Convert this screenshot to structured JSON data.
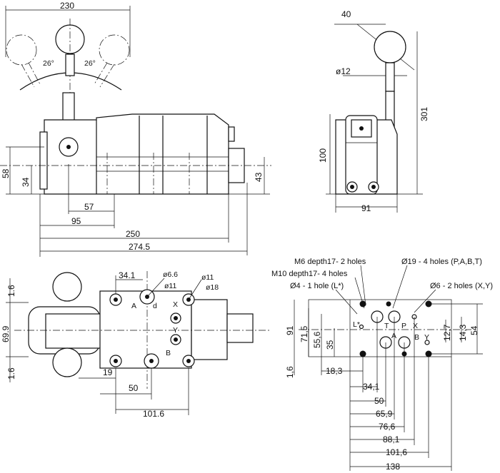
{
  "views": {
    "front": {
      "dims": {
        "top_width": "230",
        "angle_left": "26°",
        "angle_right": "26°",
        "height_58": "58",
        "height_34": "34",
        "height_43": "43",
        "len_57": "57",
        "len_95": "95",
        "len_250": "250",
        "len_274": "274.5"
      }
    },
    "side": {
      "dims": {
        "knob_40": "40",
        "rod_dia": "ø12",
        "height_301": "301",
        "height_100": "100",
        "width_91": "91"
      }
    },
    "plan": {
      "dims": {
        "t_16_top": "1.6",
        "t_699": "69.9",
        "t_16_bot": "1.6",
        "w_341": "34.1",
        "d_66": "ø6.6",
        "d_11a": "ø11",
        "d_11b": "ø11",
        "d_18": "ø18",
        "w_19": "19",
        "w_50": "50",
        "w_1016": "101.6"
      },
      "ports": {
        "a": "A",
        "b": "B",
        "d": "d",
        "x": "X",
        "y": "Y"
      }
    },
    "mounting": {
      "notes": {
        "m6": "M6 depth17- 2 holes",
        "m10": "M10 depth17- 4 holes",
        "d4": "Ø4 - 1 hole (L*)",
        "d19": "Ø19 - 4 holes (P,A,B,T)",
        "d6": "Ø6 - 2 holes (X,Y)"
      },
      "ports": {
        "l": "L*",
        "t": "T",
        "p": "P",
        "x": "X",
        "a": "A",
        "b": "B",
        "y": "Y"
      },
      "vdims": {
        "v91": "91",
        "v715": "71,5",
        "v556": "55,6",
        "v35": "35",
        "v16": "1,6",
        "v127": "12,7",
        "v143": "14,3",
        "v54": "54"
      },
      "hdims": {
        "h183": "18,3",
        "h341": "34,1",
        "h50": "50",
        "h659": "65,9",
        "h766": "76,6",
        "h881": "88,1",
        "h1016": "101,6",
        "h138": "138"
      }
    }
  }
}
